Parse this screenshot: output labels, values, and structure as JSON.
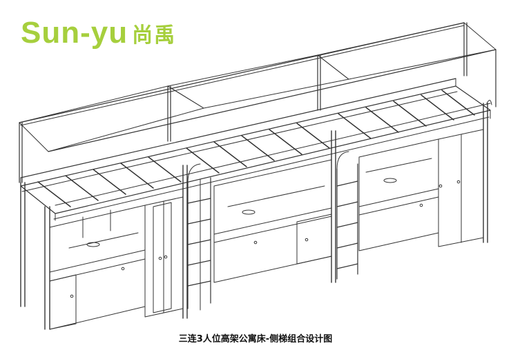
{
  "logo": {
    "latin": "Sun-yu",
    "cjk": "尚禹",
    "color": "#a6cf3d"
  },
  "caption": "三连3人位高架公寓床-侧梯组合设计图",
  "drawing": {
    "subject": "3 connected loft beds with desks, wardrobes and side ladders",
    "units": 3,
    "stroke_color": "#333333"
  }
}
